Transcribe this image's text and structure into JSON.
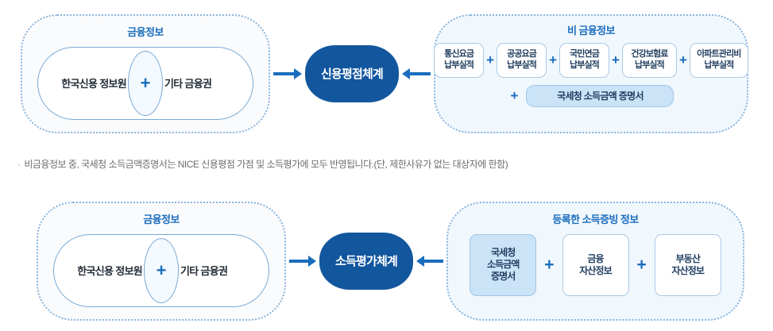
{
  "credit_section": {
    "financial_panel": {
      "title": "금융정보",
      "venn_left": "한국신용 정보원",
      "venn_right": "기타 금융권",
      "venn_plus": "+"
    },
    "arrow_left": "→",
    "center_node": "신용평점체계",
    "arrow_right": "←",
    "nonfinancial_panel": {
      "title": "비 금융정보",
      "chips": [
        {
          "line1": "통신요금",
          "line2": "납부실적"
        },
        {
          "line1": "공공요금",
          "line2": "납부실적"
        },
        {
          "line1": "국민연금",
          "line2": "납부실적"
        },
        {
          "line1": "건강보험료",
          "line2": "납부실적"
        },
        {
          "line1": "아파트관리비",
          "line2": "납부실적"
        }
      ],
      "separator": "+",
      "bottom_plus": "+",
      "bottom_chip": "국세청 소득금액 증명서"
    }
  },
  "caption": {
    "bullet": "·",
    "text": "비금융정보 중, 국세청 소득금액증명서는 NICE 신용평점 가점 및 소득평가에 모두 반영됩니다.(단, 제한사유가 없는 대상자에 한함)"
  },
  "income_section": {
    "financial_panel": {
      "title": "금융정보",
      "venn_left": "한국신용 정보원",
      "venn_right": "기타 금융권",
      "venn_plus": "+"
    },
    "arrow_left": "→",
    "center_node": "소득평가체계",
    "arrow_right": "←",
    "income_docs_panel": {
      "title": "등록한 소득증빙 정보",
      "separator": "+",
      "chips": [
        {
          "line1": "국세청",
          "line2": "소득금액",
          "line3": "증명서",
          "highlighted": true
        },
        {
          "line1": "금융",
          "line2": "자산정보",
          "line3": "",
          "highlighted": false
        },
        {
          "line1": "부동산",
          "line2": "자산정보",
          "line3": "",
          "highlighted": false
        }
      ]
    }
  },
  "colors": {
    "accent_blue": "#1a6dbd",
    "node_navy": "#12569e",
    "panel_border": "#8bb4dd",
    "chip_fill": "#cbe3f7",
    "text_dark": "#1f3c5e",
    "caption_gray": "#6d6d6d"
  }
}
